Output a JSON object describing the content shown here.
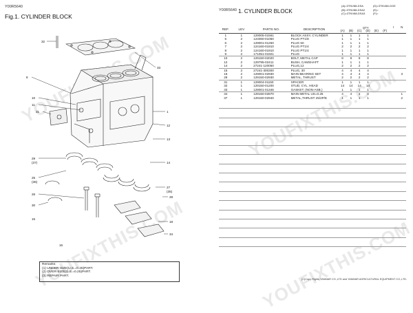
{
  "left": {
    "code": "Y00R5640",
    "fig_title": "Fig.1.  CYLINDER BLOCK",
    "callouts": [
      "32",
      "33",
      "8",
      "10",
      "11",
      "1",
      "31",
      "12",
      "13",
      "14",
      "29",
      "25",
      "27",
      "28",
      "26",
      "30",
      "18",
      "34",
      "15",
      "16"
    ],
    "callout_secondary": [
      "(35)",
      "(37)",
      "(36)"
    ],
    "remarks": {
      "title": "Remarks:",
      "lines": [
        "(1) UNDER-SIZE(U.S.=0.25)PART.",
        "(2) OVER-SIZE(O.S.=0.25)PART.",
        "(3) REPAIR PART."
      ]
    }
  },
  "right": {
    "code": "Y00R5640",
    "section_title": "1.  CYLINDER BLOCK",
    "legend": {
      "a": "(A)=3TNV88-DSA",
      "b": "(B)=3TNV88-DSA2",
      "c": "(C)=3TNV88-DSA3",
      "d": "(D)=3TNV88-GGE",
      "e": "(E)=",
      "f": "(F)="
    },
    "columns": {
      "ref": "REF.",
      "lev": "LEV",
      "parts_no": "PARTS NO.",
      "description": "DESCRIPTION",
      "qty": "QTY",
      "a": "(A)",
      "b": "(B)",
      "c": "(C)",
      "d": "(D)",
      "e": "(E)",
      "f": "(F)",
      "r": "r",
      "n": "N"
    },
    "rows": [
      {
        "ref": "1",
        "lev": "1",
        "pn": "129005-01561",
        "desc": "BLOCK ASSY, CYLINDER",
        "a": "1",
        "b": "1",
        "c": "1",
        "d": "1",
        "end": ""
      },
      {
        "ref": "5",
        "lev": "2",
        "pn": "124060-01050",
        "desc": "PLUG PT1/8",
        "a": "1",
        "b": "1",
        "c": "1",
        "d": "1",
        "end": ""
      },
      {
        "ref": "6",
        "lev": "2",
        "pn": "129001-01250",
        "desc": "PLUG 50",
        "a": "1",
        "b": "1",
        "c": "1",
        "d": "1",
        "end": ""
      },
      {
        "ref": "7",
        "lev": "2",
        "pn": "124160-01910",
        "desc": "PLUG PT1/4",
        "a": "2",
        "b": "2",
        "c": "2",
        "d": "2",
        "end": ""
      },
      {
        "ref": "8",
        "lev": "2",
        "pn": "124160-01910",
        "desc": "PLUG PT1/4",
        "a": "1",
        "b": "1",
        "c": "1",
        "d": "1",
        "end": ""
      },
      {
        "ref": "9",
        "lev": "2",
        "pn": "171051-01921",
        "desc": "PLUG",
        "a": "1",
        "b": "1",
        "c": "1",
        "d": "1",
        "end": ""
      },
      {
        "ref": "10",
        "lev": "2",
        "pn": "129150-02020",
        "desc": "BOLT, METAL CAP",
        "a": "8",
        "b": "8",
        "c": "8",
        "d": "8",
        "end": ""
      },
      {
        "ref": "12",
        "lev": "2",
        "pn": "129795-02411",
        "desc": "BUSH, CAMSHAFT",
        "a": "1",
        "b": "1",
        "c": "1",
        "d": "1",
        "end": ""
      },
      {
        "ref": "14",
        "lev": "2",
        "pn": "27241-120050",
        "desc": "PLUG,12",
        "a": "2",
        "b": "2",
        "c": "2",
        "d": "2",
        "end": ""
      },
      {
        "ref": "15",
        "lev": "2",
        "pn": "27241-300300",
        "desc": "PLUG, 30",
        "a": "4",
        "b": "4",
        "c": "4",
        "d": "4",
        "end": ""
      },
      {
        "ref": "16",
        "lev": "2",
        "pn": "129001-02930",
        "desc": "MAIN BEARING SET",
        "a": "4",
        "b": "4",
        "c": "4",
        "d": "4",
        "end": "3"
      },
      {
        "ref": "28",
        "lev": "2",
        "pn": "129150-02930",
        "desc": "METAL, THRUST",
        "a": "2",
        "b": "2",
        "c": "2",
        "d": "2",
        "end": ""
      },
      {
        "ref": "31",
        "lev": "1",
        "pn": "129004-01150",
        "desc": "SPACER",
        "a": "1",
        "b": "1",
        "c": "1",
        "d": "1",
        "end": ""
      },
      {
        "ref": "32",
        "lev": "1",
        "pn": "129150-01200",
        "desc": "STUD, CYL. HEAD",
        "a": "14",
        "b": "14",
        "c": "14",
        "d": "14",
        "end": ""
      },
      {
        "ref": "33",
        "lev": "1",
        "pn": "129001-01346",
        "desc": "GASKET, (NON-ASB.)",
        "a": "1",
        "b": "1",
        "c": "1",
        "d": "1",
        "end": ""
      },
      {
        "ref": "34",
        "lev": "1",
        "pn": "129150-02870",
        "desc": "MAIN METAL US=0.25",
        "a": "4",
        "b": "4",
        "c": "4",
        "d": "4",
        "end": "1"
      },
      {
        "ref": "37",
        "lev": "1",
        "pn": "129150-02940",
        "desc": "METAL,THRUST 25/2P/E",
        "a": "1",
        "b": "1",
        "c": "1",
        "d": "1",
        "end": "2"
      }
    ],
    "copyright": "(C)Copy Rights  YANMAR CO.,LTD and YANMAR AGRICULTURAL EQUIPMENT CO.,LTD."
  },
  "watermark": "YOUFIXTHIS.COM"
}
